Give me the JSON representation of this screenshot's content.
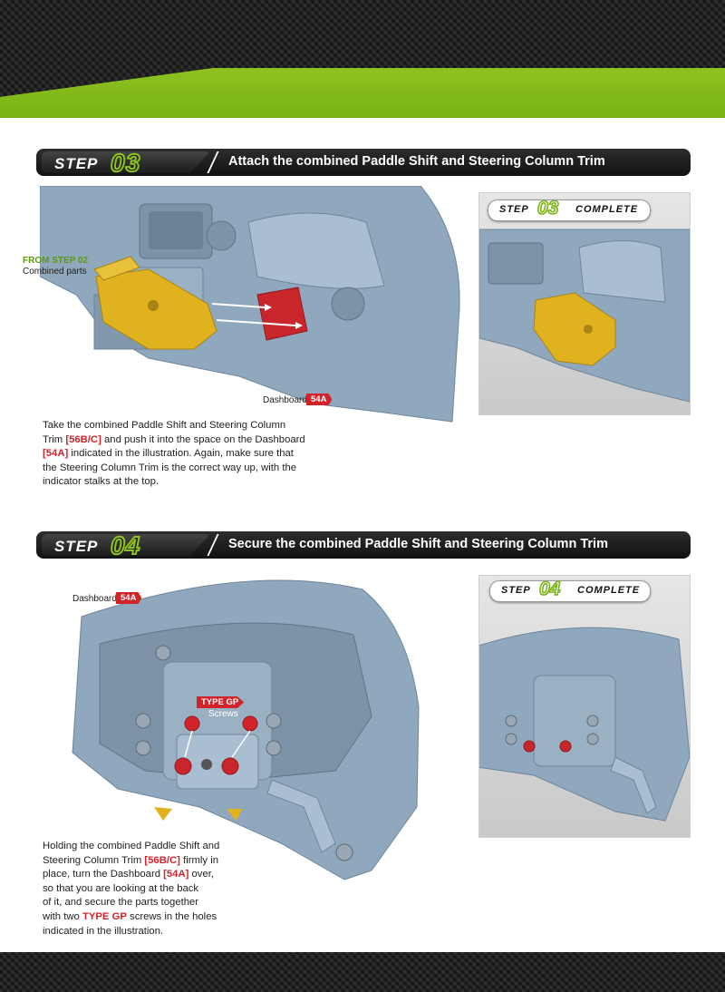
{
  "step03": {
    "word": "STEP",
    "number": "03",
    "title": "Attach the combined Paddle Shift and Steering Column Trim",
    "from_step_label": "FROM STEP 02",
    "combined_parts_label": "Combined parts",
    "dashboard_label": "Dashboard",
    "dashboard_code": "54A",
    "complete_step": "STEP",
    "complete_number": "03",
    "complete_word": "COMPLETE",
    "text": {
      "p1": "Take the combined Paddle Shift and Steering Column",
      "p2a": "Trim ",
      "p2b": "[56B/C]",
      "p2c": " and push it into the space on the Dashboard",
      "p3a": "[54A]",
      "p3b": " indicated in the illustration. Again, make sure that",
      "p4": "the Steering Column Trim is the correct way up, with the",
      "p5": "indicator stalks at the top."
    }
  },
  "step04": {
    "word": "STEP",
    "number": "04",
    "title": "Secure the combined Paddle Shift and Steering Column Trim",
    "dashboard_label": "Dashboard",
    "dashboard_code": "54A",
    "screw_type": "TYPE GP",
    "screw_label": "Screws",
    "complete_step": "STEP",
    "complete_number": "04",
    "complete_word": "COMPLETE",
    "text": {
      "l1": "Holding the combined Paddle Shift and",
      "l2a": "Steering Column Trim ",
      "l2b": "[56B/C]",
      "l2c": " firmly in",
      "l3a": "place, turn the Dashboard ",
      "l3b": "[54A]",
      "l3c": " over,",
      "l4": "so that you are looking at the back",
      "l5": "of it, and secure the parts together",
      "l6a": "with two ",
      "l6b": "TYPE GP",
      "l6c": " screws in the holes",
      "l7": "indicated in the illustration."
    }
  },
  "colors": {
    "accent_green": "#8dc21f",
    "part_code_red": "#d2232a",
    "dashboard_blue": "#8fa8bd",
    "trim_yellow": "#e0b21f"
  }
}
